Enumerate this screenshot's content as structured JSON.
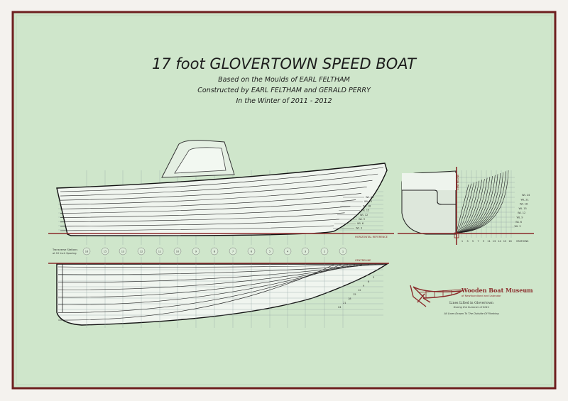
{
  "title": "17 foot GLOVERTOWN SPEED BOAT",
  "subtitles": [
    "Based on the Moulds of EARL FELTHAM",
    "Constructed by EARL FELTHAM and GERALD PERRY",
    "In the Winter of 2011 - 2012"
  ],
  "profile": {
    "reference_label": "HORIZONTAL REFERENCE",
    "waterlines": [
      "WL 24",
      "WL 21",
      "WL 18",
      "WL 15",
      "WL 12",
      "WL 9",
      "WL 6",
      "WL 3"
    ]
  },
  "stations": {
    "note_line1": "Transverse Stations",
    "note_line2": "at 12 Inch Spacing",
    "labels": [
      "16",
      "15",
      "13",
      "12",
      "11",
      "10",
      "9",
      "8",
      "7",
      "6",
      "5",
      "4",
      "3",
      "2",
      "1"
    ]
  },
  "plan": {
    "centreline_label": "CENTRELINE",
    "buttocks": [
      "3",
      "6",
      "9",
      "12",
      "15",
      "18",
      "21",
      "24"
    ]
  },
  "body_plan": {
    "centreline_label": "CENTRELINE",
    "waterlines": [
      "WL 24",
      "WL 21",
      "WL 18",
      "WL 15",
      "WL 12",
      "WL 9",
      "WL 6",
      "WL 3"
    ],
    "station_numbers": [
      "1",
      "3",
      "5",
      "7",
      "9",
      "11",
      "13",
      "14",
      "15",
      "16"
    ],
    "stations_label": "STATIONS"
  },
  "museum": {
    "name": "Wooden Boat Museum",
    "region": "of Newfoundland and Labrador",
    "line1": "Lines Lifted in Glovertown",
    "line2": "During the Summer of 2011",
    "line3": "All Lines Drawn To The Outside Of Planking"
  },
  "colors": {
    "background": "#cfe6cb",
    "frame": "#6e1f1f",
    "accent": "#8a2a2a",
    "lines": "#222222"
  }
}
